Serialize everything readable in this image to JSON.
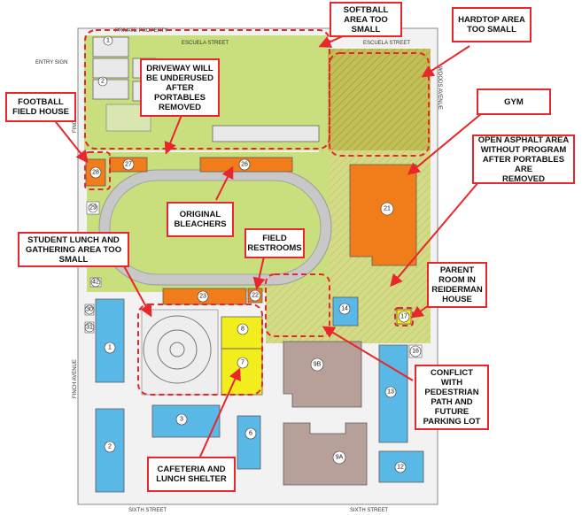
{
  "colors": {
    "green_field": "#c9df7e",
    "hatch_olive": "#b7b44a",
    "orange": "#f07d1a",
    "blue": "#5ab8e6",
    "yellow": "#f2ee1e",
    "mauve": "#b8a09a",
    "callout_red": "#e8262b",
    "building_outline": "#5a5a5a",
    "track": "#c0c0c0"
  },
  "streets": {
    "top_left": "ESCUELA STREET",
    "top_right": "ESCUELA STREET",
    "bottom_left": "SIXTH STREET",
    "bottom_right": "SIXTH STREET",
    "left": "FINCH AVENUE",
    "left_lower": "FINCH AVENUE",
    "right": "WOODS AVENUE",
    "top_small": "PRIVATE PROPERTY",
    "side_small": "ENTRY SIGN"
  },
  "buildings": [
    {
      "id": "b1",
      "label": "1"
    },
    {
      "id": "b2",
      "label": "2"
    },
    {
      "id": "b3",
      "label": "3"
    },
    {
      "id": "b6",
      "label": "6"
    },
    {
      "id": "b7",
      "label": "7"
    },
    {
      "id": "b8",
      "label": "8"
    },
    {
      "id": "b9a",
      "label": "9A"
    },
    {
      "id": "b9b",
      "label": "9B"
    },
    {
      "id": "b12",
      "label": "12"
    },
    {
      "id": "b13",
      "label": "13"
    },
    {
      "id": "b14",
      "label": "14"
    },
    {
      "id": "b16",
      "label": "16"
    },
    {
      "id": "b17",
      "label": "17"
    },
    {
      "id": "b21",
      "label": "21"
    },
    {
      "id": "b22",
      "label": "22"
    },
    {
      "id": "b23",
      "label": "23"
    },
    {
      "id": "b26",
      "label": "26"
    },
    {
      "id": "b27",
      "label": "27"
    },
    {
      "id": "b28",
      "label": "28"
    },
    {
      "id": "b29",
      "label": "29"
    },
    {
      "id": "b30",
      "label": "30"
    },
    {
      "id": "b31",
      "label": "31"
    },
    {
      "id": "b42",
      "label": "42"
    },
    {
      "id": "p1",
      "label": "1"
    },
    {
      "id": "p2",
      "label": "2"
    }
  ],
  "callouts": [
    {
      "id": "softball",
      "text": "SOFTBALL\nAREA TOO\nSMALL"
    },
    {
      "id": "hardtop",
      "text": "HARDTOP AREA\nTOO SMALL"
    },
    {
      "id": "driveway",
      "text": "DRIVEWAY WILL\nBE UNDERUSED\nAFTER\nPORTABLES\nREMOVED"
    },
    {
      "id": "football",
      "text": "FOOTBALL\nFIELD HOUSE"
    },
    {
      "id": "gym",
      "text": "GYM"
    },
    {
      "id": "asphalt",
      "text": "OPEN ASPHALT AREA\nWITHOUT PROGRAM\nAFTER PORTABLES ARE\nREMOVED"
    },
    {
      "id": "bleachers",
      "text": "ORIGINAL\nBLEACHERS"
    },
    {
      "id": "restrooms",
      "text": "FIELD\nRESTROOMS"
    },
    {
      "id": "lunch",
      "text": "STUDENT LUNCH AND\nGATHERING AREA TOO\nSMALL"
    },
    {
      "id": "parent",
      "text": "PARENT\nROOM IN\nREIDERMAN\nHOUSE"
    },
    {
      "id": "conflict",
      "text": "CONFLICT WITH\nPEDESTRIAN\nPATH AND\nFUTURE\nPARKING LOT"
    },
    {
      "id": "cafeteria",
      "text": "CAFETERIA AND\nLUNCH SHELTER"
    }
  ]
}
